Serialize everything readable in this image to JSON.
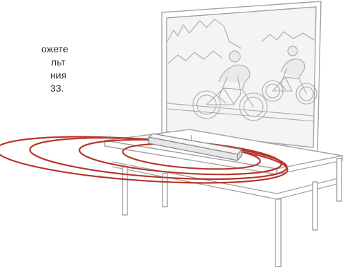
{
  "caption": {
    "lines": [
      "ожете",
      "льт",
      "ния",
      "33."
    ]
  },
  "illustration": {
    "subject": "soundbar-on-tv-stand-illustration",
    "icons": [
      "tv-icon",
      "cyclists-picture",
      "soundbar-icon",
      "sound-wave-icon",
      "tv-stand-icon"
    ],
    "wave_count": 4
  },
  "colors": {
    "line": "#a3a3a3",
    "line_dark": "#8a8a8a",
    "wave": "#b8352a",
    "screen_bg": "#f4f4f4",
    "soundbar": "#e6e6e6",
    "text": "#2b2b2b"
  }
}
